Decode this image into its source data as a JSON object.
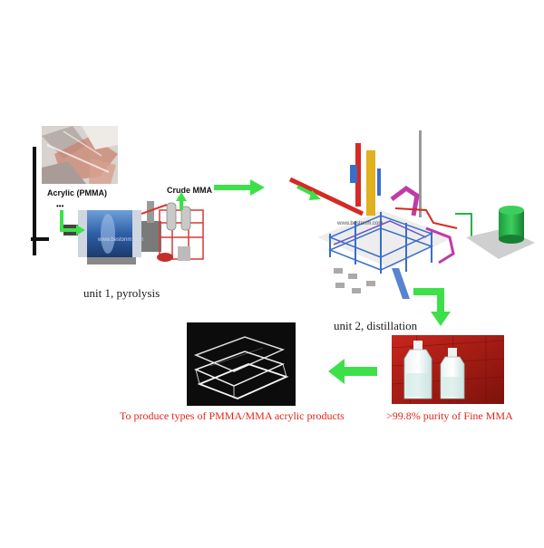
{
  "diagram": {
    "stage1": {
      "feed_label": "Acrylic (PMMA)",
      "output_label": "Crude MMA",
      "caption": "unit 1, pyrolysis"
    },
    "stage2": {
      "caption": "unit 2, distillation"
    },
    "product": {
      "caption": ">99.8% purity of Fine MMA"
    },
    "application": {
      "caption": "To produce types of PMMA/MMA acrylic products"
    }
  },
  "colors": {
    "arrow": "#3ee04a",
    "caption_red": "#e0261b",
    "steel_blue": "#3a6ec8",
    "pipe_red": "#d42a24",
    "tank_green": "#27b24a"
  }
}
